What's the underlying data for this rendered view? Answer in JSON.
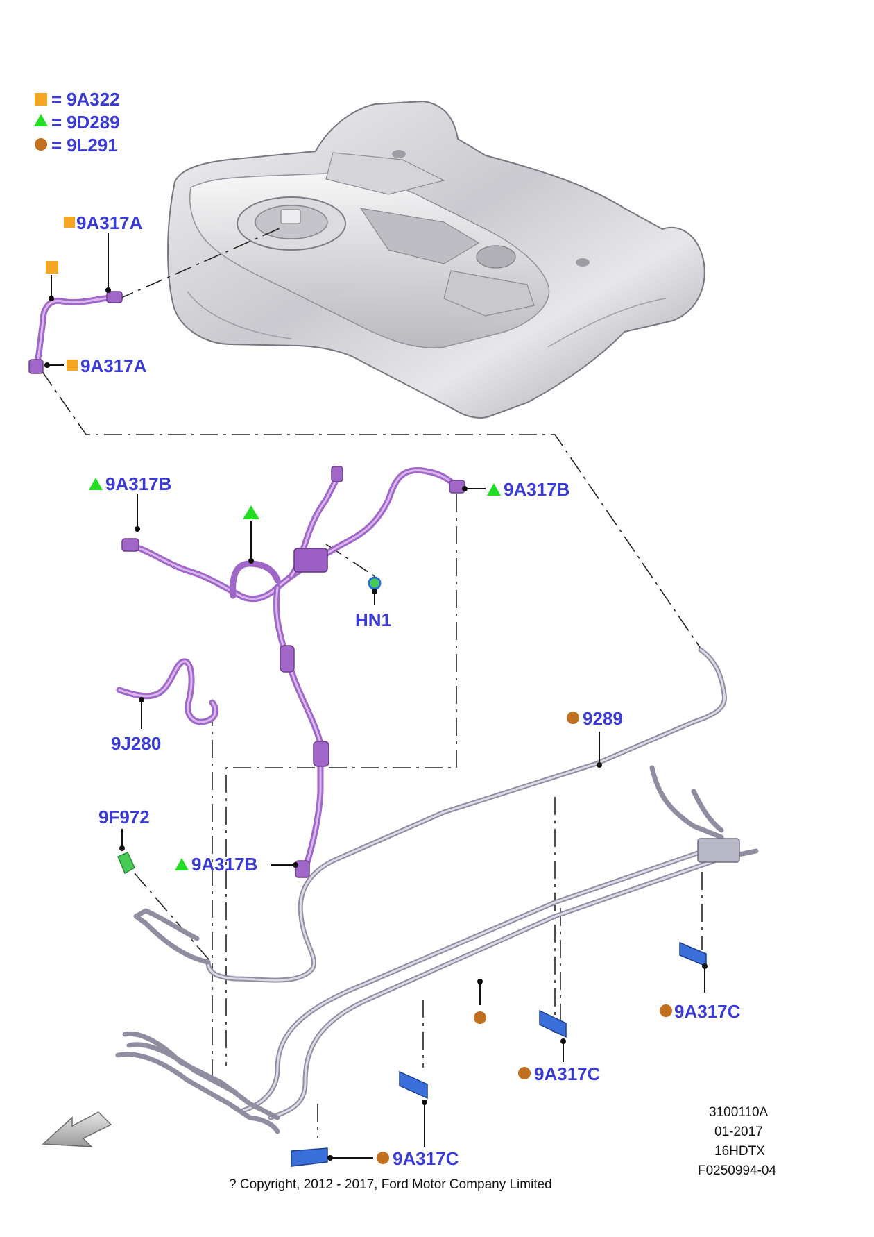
{
  "legend": [
    {
      "symbol": "square",
      "color": "#f5a623",
      "text": "9A322",
      "eq": "="
    },
    {
      "symbol": "triangle",
      "color": "#22dd22",
      "text": "9D289",
      "eq": "="
    },
    {
      "symbol": "circle",
      "color": "#c0701e",
      "text": "9L291",
      "eq": "="
    }
  ],
  "callouts": {
    "tank_upper_9a317a": "9A317A",
    "tank_lower_9a317a": "9A317A",
    "left_9a317b": "9A317B",
    "right_9a317b": "9A317B",
    "lower_9a317b": "9A317B",
    "hn1": "HN1",
    "9j280": "9J280",
    "9f972": "9F972",
    "9289": "9289",
    "9a317c_right": "9A317C",
    "9a317c_middle": "9A317C",
    "9a317c_bottom": "9A317C"
  },
  "reference_block": [
    "3100110A",
    "01-2017",
    "16HDTX",
    "F0250994-04"
  ],
  "copyright": "? Copyright, 2012 - 2017, Ford Motor Company Limited",
  "colors": {
    "label": "#3a3ad6",
    "square_marker": "#f5a623",
    "triangle_marker": "#22dd22",
    "circle_marker": "#c0701e",
    "purple_pipe": "#a066c8",
    "grey_pipe": "#8f8da0",
    "blue_clip": "#3a6ed8",
    "green_part": "#44cc55"
  },
  "icons": [
    "fuel-tank-illustration",
    "direction-arrow-icon"
  ]
}
